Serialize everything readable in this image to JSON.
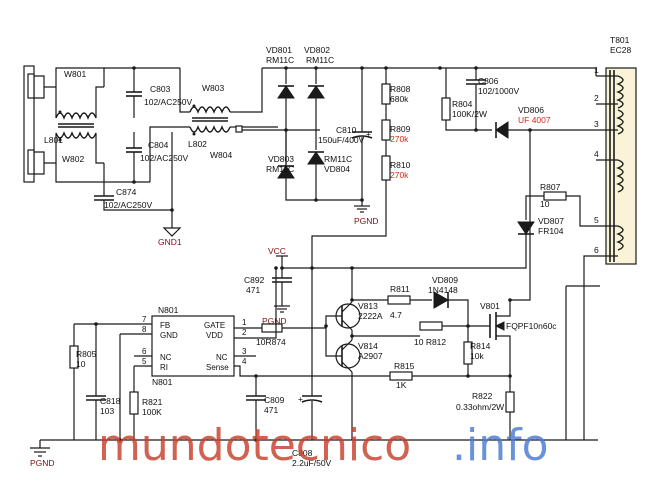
{
  "labels": {
    "w801": "W801",
    "l801": "L801",
    "w802": "W802",
    "c803": "C803",
    "c803v": "102/AC250V",
    "c804": "C804",
    "c804v": "102/AC250V",
    "c874": "C874",
    "c874v": "102/AC250V",
    "w803": "W803",
    "l802": "L802",
    "w804": "W804",
    "gnd1": "GND1",
    "vd801": "VD801",
    "vd801v": "RM11C",
    "vd802": "VD802",
    "vd802v": "RM11C",
    "vd803": "VD803",
    "vd803v": "RM11C",
    "vd804": "VD804",
    "vd804v": "RM11C",
    "c810": "C810",
    "c810v": "150uF/400V",
    "r808": "R808",
    "r808v": "680k",
    "r809": "R809",
    "r809v": "270k",
    "r810": "R810",
    "r810v": "270k",
    "pgnd_top": "PGND",
    "c806": "C806",
    "c806v": "102/1000V",
    "r804": "R804",
    "r804v": "100K/2W",
    "vd806": "VD806",
    "vd806v": "UF 4007",
    "t801": "T801",
    "t801v": "EC28",
    "pin1": "1",
    "pin2": "2",
    "pin3": "3",
    "pin4": "4",
    "pin5": "5",
    "pin6": "6",
    "r807": "R807",
    "r807v": "10",
    "vd807": "VD807",
    "vd807v": "FR104",
    "vcc": "VCC",
    "c892": "C892",
    "c892v": "471",
    "pgnd_mid": "PGND",
    "r874": "10R874",
    "v813": "V813",
    "v813v": "2222A",
    "v814": "V814",
    "v814v": "A2907",
    "r811": "R811",
    "r811v": "4.7",
    "vd809": "VD809",
    "vd809v": "1N4148",
    "r812": "10 R812",
    "v801": "V801",
    "v801v": "FQPF10n60c",
    "r814": "R814",
    "r814v": "10k",
    "r815": "R815",
    "r815v": "1K",
    "r822": "R822",
    "r822v": "0.33ohm/2W",
    "c809": "C809",
    "c809v": "471",
    "c808": "C808",
    "c808v": "2.2uF/50V",
    "r805": "R805",
    "r805v": "10",
    "c818": "C818",
    "c818v": "103",
    "r821": "R821",
    "r821v": "100K",
    "pgnd_bot": "PGND",
    "n801_top": "N801",
    "n801_bot": "N801"
  },
  "ic": {
    "fb": "FB",
    "gnd": "GND",
    "nc1": "NC",
    "ri": "RI",
    "gate": "GATE",
    "vdd": "VDD",
    "nc2": "NC",
    "sense": "Sense",
    "p7": "7",
    "p8": "8",
    "p6": "6",
    "p5": "5",
    "p1": "1",
    "p2": "2",
    "p3": "3",
    "p4": "4"
  },
  "watermark": {
    "part1": "mundotecnico",
    "part2": ".info"
  }
}
